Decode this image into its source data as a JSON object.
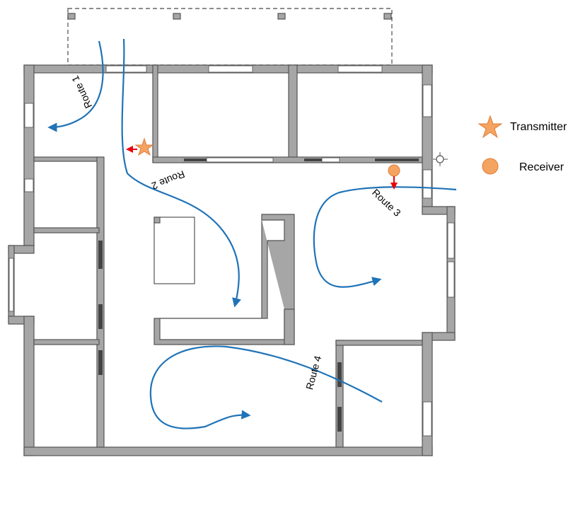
{
  "legend": {
    "transmitter_label": "Transmitter",
    "receiver_label": "Receiver"
  },
  "routes": [
    {
      "label": "Route 1"
    },
    {
      "label": "Route 2"
    },
    {
      "label": "Route 3"
    },
    {
      "label": "Route 4"
    }
  ],
  "colors": {
    "wall_fill": "#a6a6a6",
    "wall_outline": "#555555",
    "route": "#1f73b7",
    "marker_fill": "#f4a460",
    "marker_stroke": "#e07b39",
    "direction_arrow": "#e8000b"
  },
  "icons": {
    "transmitter": "star-icon",
    "receiver": "circle-icon",
    "compass": "compass-icon"
  }
}
